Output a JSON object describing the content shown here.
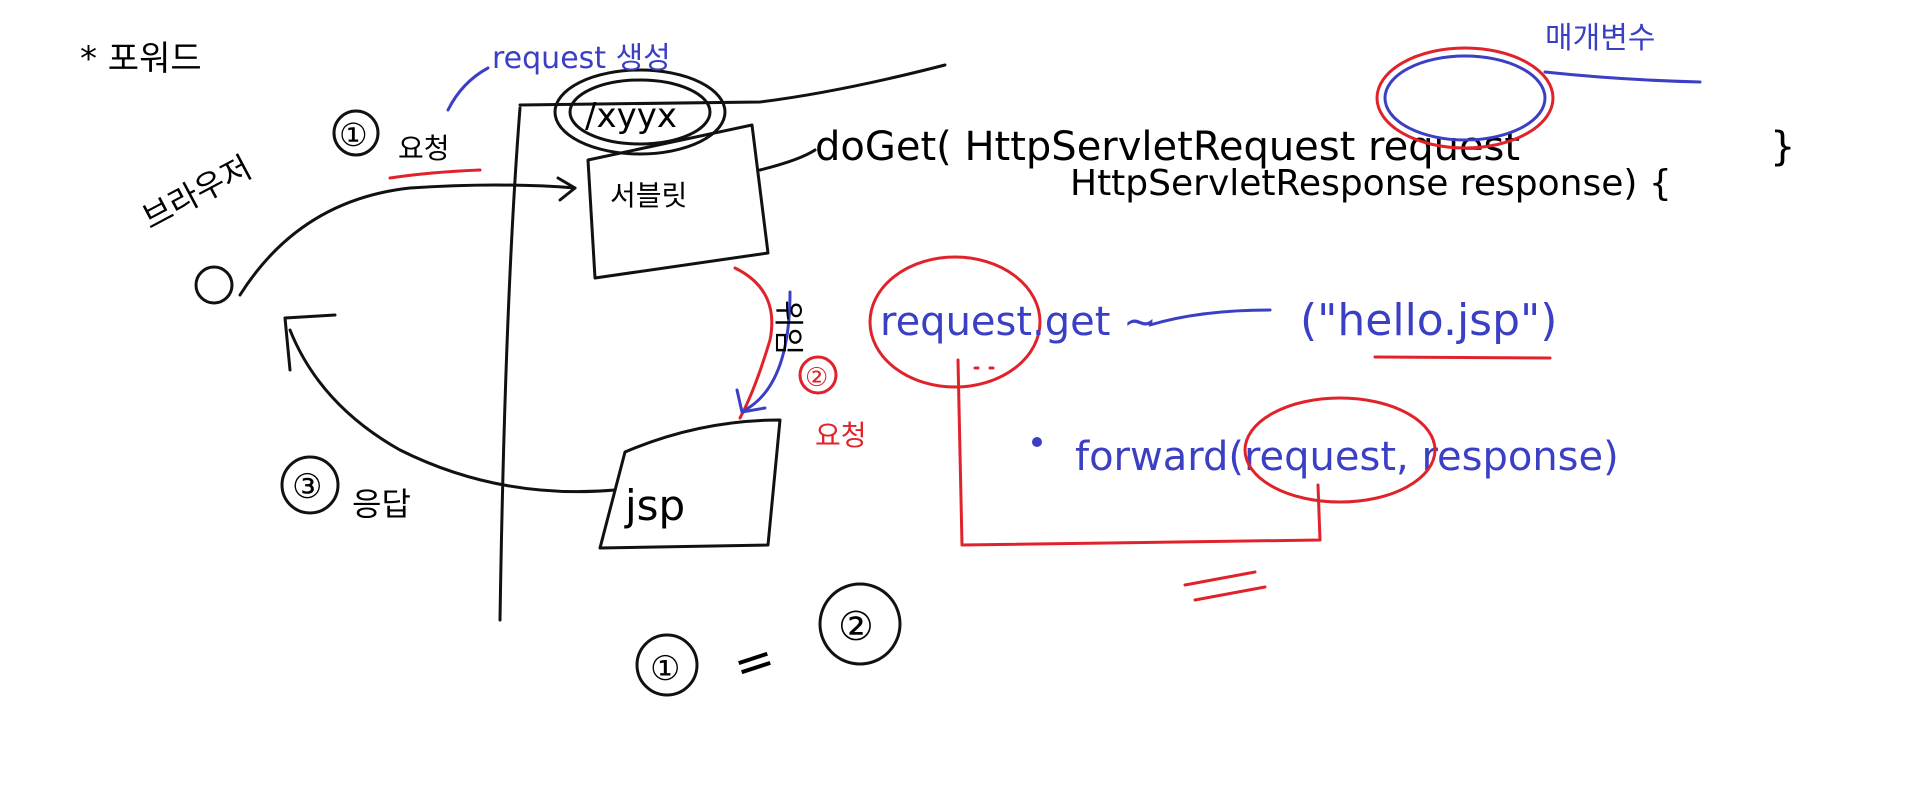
{
  "title_mark": "* 포워드",
  "servlet_label": "/xyyx",
  "servlet_box_text": "서블릿",
  "step1_num": "①",
  "step1_text": "요청",
  "request_created_note": "request 생성",
  "browser_label": "브라우저",
  "code_line1": "doGet( HttpServletRequest request",
  "code_line2": "HttpServletResponse response) {",
  "code_close": "}",
  "param_note": "매개변수",
  "delegate_label": "위임",
  "step2_num": "②",
  "step2_text": "요청",
  "code_getdispatcher": "request.get ~",
  "code_path": "(\"hello.jsp\")",
  "code_forward": "forward(request, response)",
  "jsp_label": "jsp",
  "step3_num": "③",
  "step3_text": "응답",
  "equality_left": "①",
  "equality_sign": "=",
  "equality_right": "②",
  "double_equal_mark": "="
}
